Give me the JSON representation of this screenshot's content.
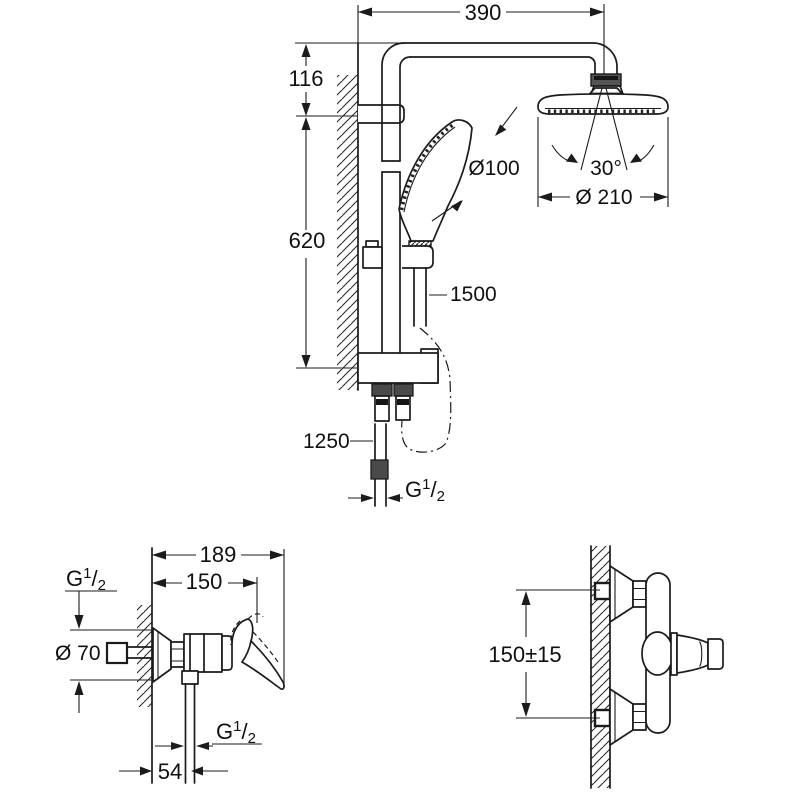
{
  "labels": {
    "g_half": {
      "base": "G",
      "sup": "1",
      "slash": "/",
      "sub": "2"
    }
  },
  "top_view": {
    "arm_reach": "390",
    "head_offset": "116",
    "rail_length": "620",
    "hose_length": "1500",
    "hose_length_secondary": "1250",
    "hand_shower_diameter": "Ø100",
    "spray_angle": "30°",
    "head_diameter": "Ø 210"
  },
  "side_view": {
    "total_depth": "189",
    "body_depth": "150",
    "flange_diameter": "Ø 70",
    "outlet_offset": "54"
  },
  "front_view": {
    "connection_spacing": "150±15"
  }
}
